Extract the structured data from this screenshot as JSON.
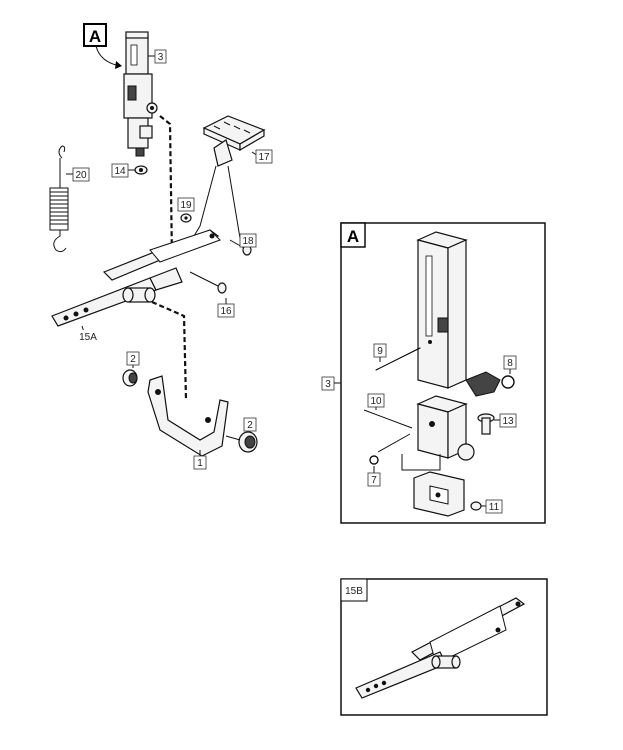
{
  "callouts": {
    "A_main": "A",
    "A_inset": "A",
    "p3": "3",
    "p14": "14",
    "p17": "17",
    "p20": "20",
    "p19": "19",
    "p18": "18",
    "p16": "16",
    "p15A": "15A",
    "p2a": "2",
    "p2b": "2",
    "p1": "1",
    "p9": "9",
    "p3b": "3",
    "p8": "8",
    "p10": "10",
    "p13": "13",
    "p7": "7",
    "p11": "11",
    "p15B": "15B"
  },
  "colors": {
    "line": "#111111",
    "part_fill": "#f4f4f4",
    "background": "#ffffff"
  }
}
